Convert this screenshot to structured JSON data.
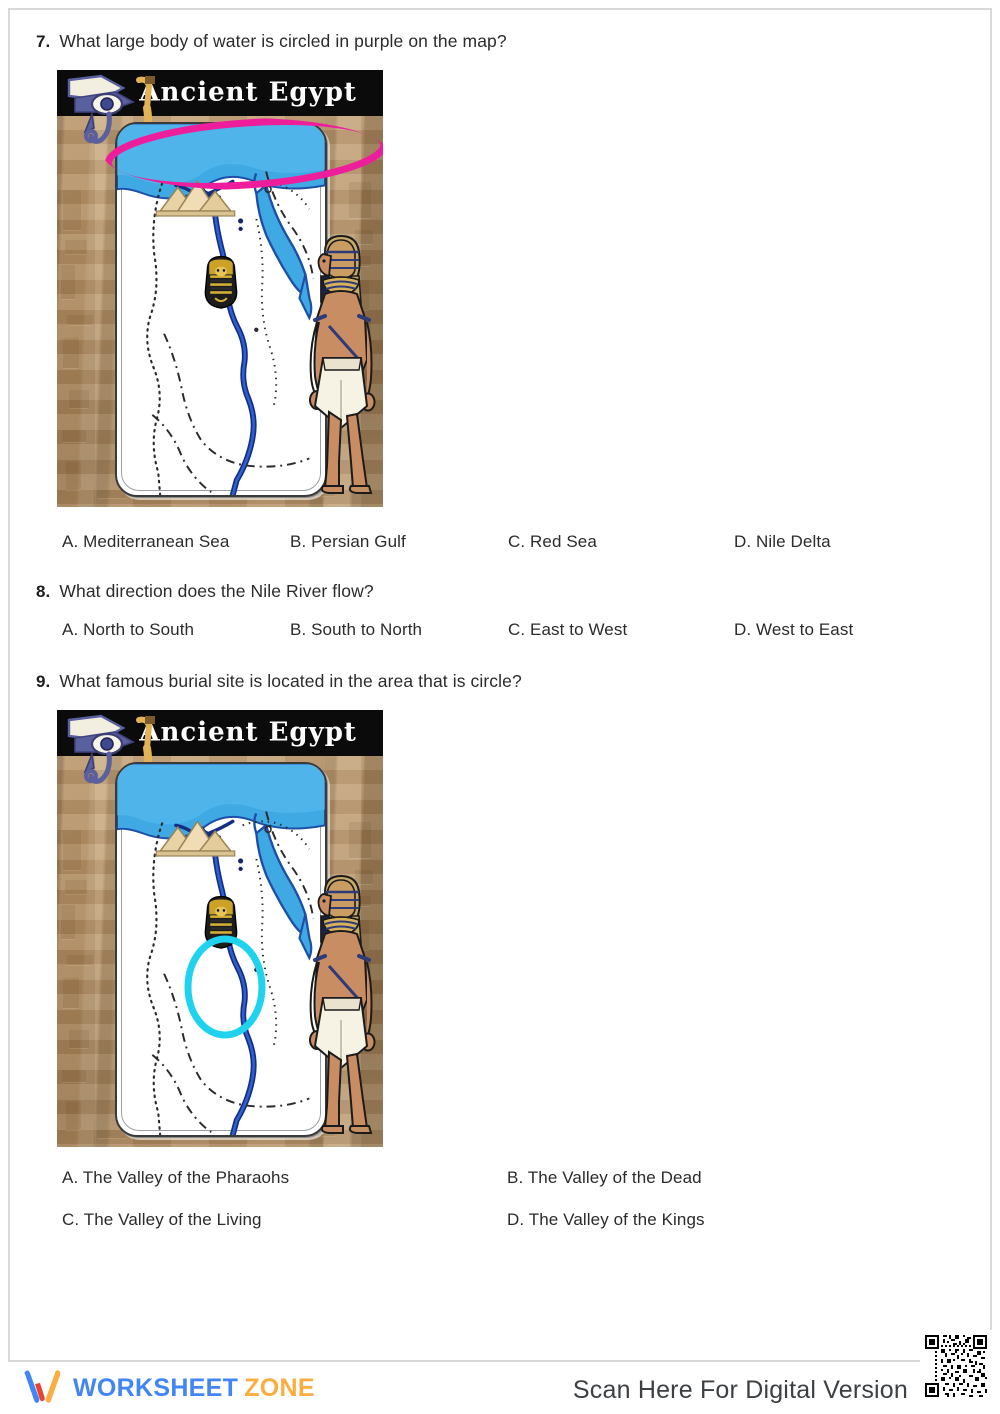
{
  "document": {
    "type": "worksheet",
    "subject": "Ancient Egypt"
  },
  "questions": [
    {
      "number": "7.",
      "text": "What large body of water is circled in purple on the map?",
      "figure": {
        "title": "Ancient Egypt",
        "alt": "Map of Ancient Egypt showing the Nile River, pyramids, and the Red Sea on a sandstone background",
        "highlight": {
          "shape": "ellipse",
          "color": "#ee1d9c",
          "target": "Mediterranean Sea"
        }
      },
      "options": [
        {
          "letter": "A.",
          "label": "Mediterranean Sea"
        },
        {
          "letter": "B.",
          "label": "Persian Gulf"
        },
        {
          "letter": "C.",
          "label": "Red Sea"
        },
        {
          "letter": "D.",
          "label": "Nile Delta"
        }
      ]
    },
    {
      "number": "8.",
      "text": "What direction does the Nile River flow?",
      "options": [
        {
          "letter": "A.",
          "label": "North to South"
        },
        {
          "letter": "B.",
          "label": "South to North"
        },
        {
          "letter": "C.",
          "label": "East to West"
        },
        {
          "letter": "D.",
          "label": "West to East"
        }
      ]
    },
    {
      "number": "9.",
      "text": "What famous burial site is located in the area that is circle?",
      "figure": {
        "title": "Ancient Egypt",
        "alt": "Map of Ancient Egypt with a pharaoh mask marker circled in cyan",
        "highlight": {
          "shape": "ellipse",
          "color": "#1fd3ef",
          "target": "Valley of the Kings"
        }
      },
      "options": [
        {
          "letter": "A.",
          "label": "The Valley of the Pharaohs"
        },
        {
          "letter": "B.",
          "label": "The Valley of the Dead"
        },
        {
          "letter": "C.",
          "label": "The Valley of the Living"
        },
        {
          "letter": "D.",
          "label": "The Valley of the Kings"
        }
      ]
    }
  ],
  "footer": {
    "brand_primary": "WORKSHEET",
    "brand_secondary": "ZONE",
    "scan_text": "Scan Here For Digital Version",
    "qr_alt": "QR code linking to digital version"
  },
  "colors": {
    "brand_blue": "#4285f4",
    "brand_orange": "#fbad3f",
    "brand_red": "#ea4335",
    "purple_circle": "#ee1d9c",
    "cyan_circle": "#1fd3ef",
    "nile_blue": "#1b3fa0",
    "sea_blue": "#2aa3e0",
    "page_border": "#d8d8d8",
    "text": "#2b2b2b"
  }
}
